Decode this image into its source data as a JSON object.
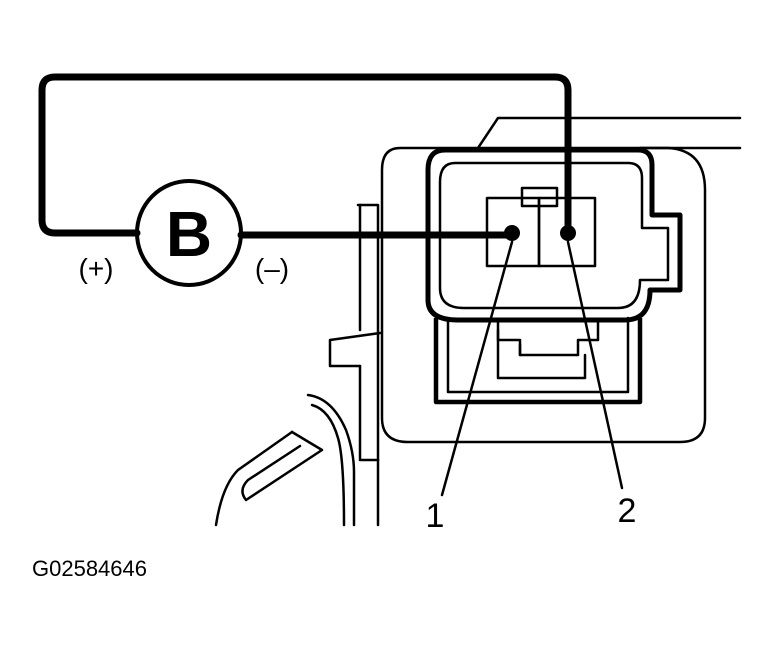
{
  "battery": {
    "symbol": "B",
    "positive_label": "(+)",
    "negative_label": "(–)"
  },
  "terminals": [
    {
      "label": "1"
    },
    {
      "label": "2"
    }
  ],
  "figure_id": "G02584646",
  "colors": {
    "line": "#000000",
    "background": "#ffffff"
  }
}
